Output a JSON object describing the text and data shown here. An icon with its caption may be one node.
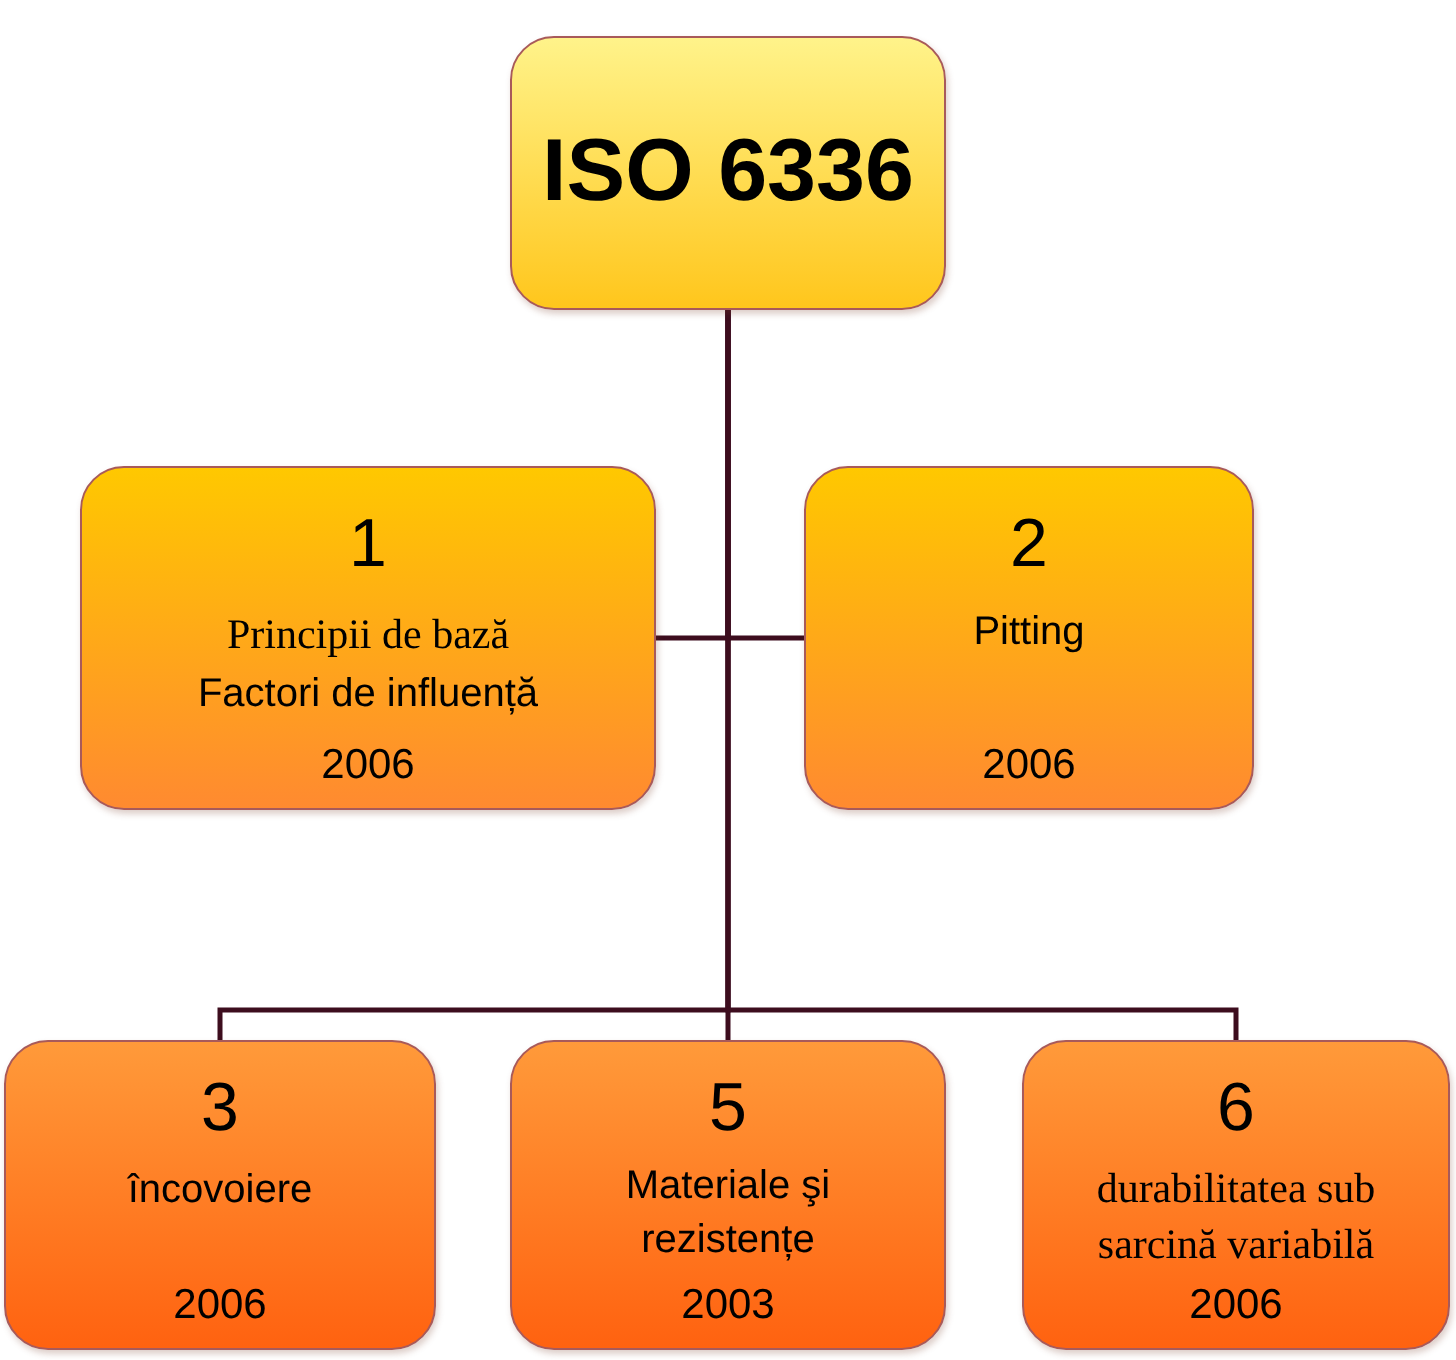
{
  "diagram": {
    "nodes": [
      {
        "text": [
          "ISO 6336"
        ]
      },
      {
        "text": [
          "1",
          "Principii de bază",
          "Factori de influență",
          "2006"
        ]
      },
      {
        "text": [
          "2",
          "Pitting",
          "2006"
        ]
      },
      {
        "text": [
          "3",
          "încovoiere",
          "2006"
        ]
      },
      {
        "text": [
          "5",
          "Materiale şi rezistențe",
          "2003"
        ]
      },
      {
        "text": [
          "6",
          "durabilitatea sub sarcină variabilă",
          "2006"
        ]
      }
    ],
    "edges": [
      {
        "from": 0,
        "to": 1,
        "arrow": "none"
      },
      {
        "from": 0,
        "to": 2,
        "arrow": "none"
      },
      {
        "from": 0,
        "to": 3,
        "arrow": "none"
      },
      {
        "from": 0,
        "to": 4,
        "arrow": "none"
      },
      {
        "from": 0,
        "to": 5,
        "arrow": "none"
      }
    ]
  }
}
